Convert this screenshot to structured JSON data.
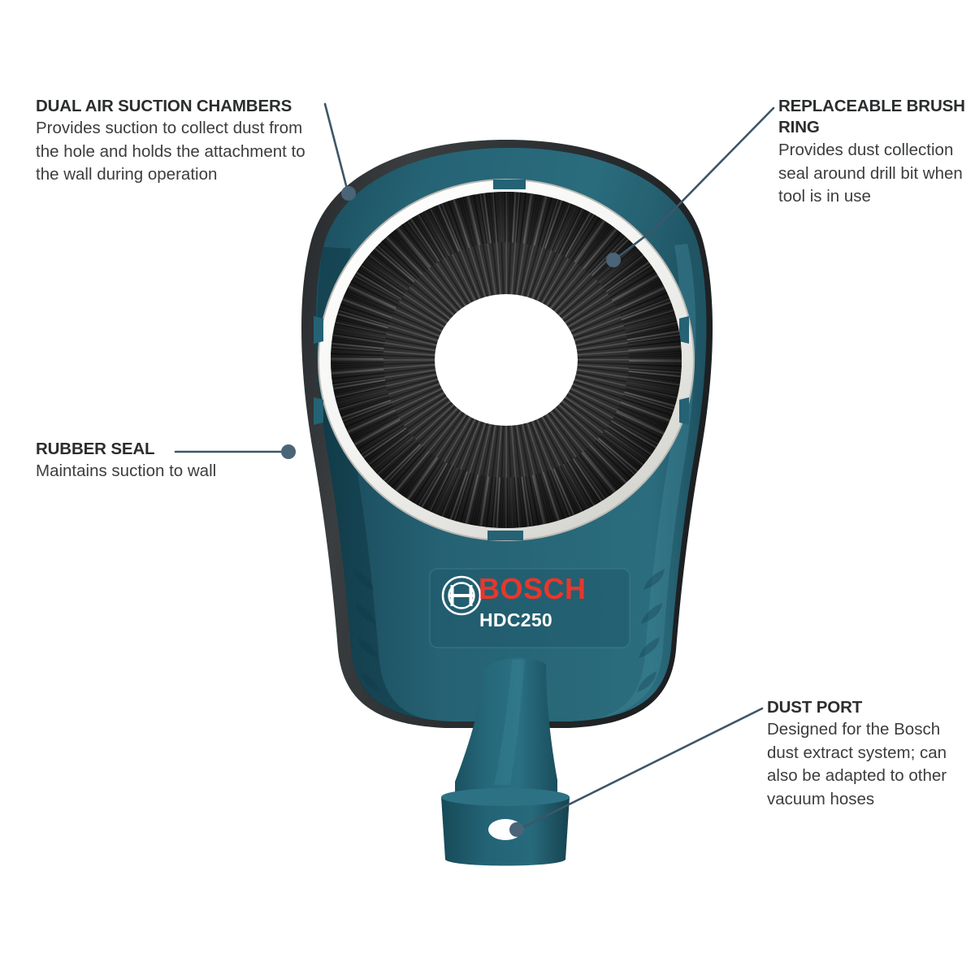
{
  "diagram": {
    "kind": "annotated-product-photo",
    "product": {
      "brand": "BOSCH",
      "model": "HDC250",
      "logo_emblem_name": "bosch-armature-emblem",
      "body_color": "#256073",
      "body_color_dark": "#15414f",
      "body_color_light": "#2f7388",
      "seal_color": "#2e3133",
      "brush_ring_color": "#f2f2f0",
      "bristle_color": "#2d2d2d",
      "wordmark_color": "#e8372c",
      "model_text_color": "#ffffff",
      "plate_color": "#235c6e"
    },
    "leader_color": "#3d5668",
    "background": "#ffffff"
  },
  "callouts": [
    {
      "id": "dual-air-suction-chambers",
      "title": "DUAL AIR SUCTION CHAMBERS",
      "body": "Provides suction to collect dust from the hole and holds the attachment to the wall during operation"
    },
    {
      "id": "replaceable-brush-ring",
      "title": "REPLACEABLE BRUSH RING",
      "body": "Provides dust collection seal around drill bit when tool is in use"
    },
    {
      "id": "rubber-seal",
      "title": "RUBBER SEAL",
      "body": "Maintains suction to wall"
    },
    {
      "id": "dust-port",
      "title": "DUST PORT",
      "body": "Designed for the Bosch dust extract system; can also be adapted to other vacuum hoses"
    }
  ]
}
